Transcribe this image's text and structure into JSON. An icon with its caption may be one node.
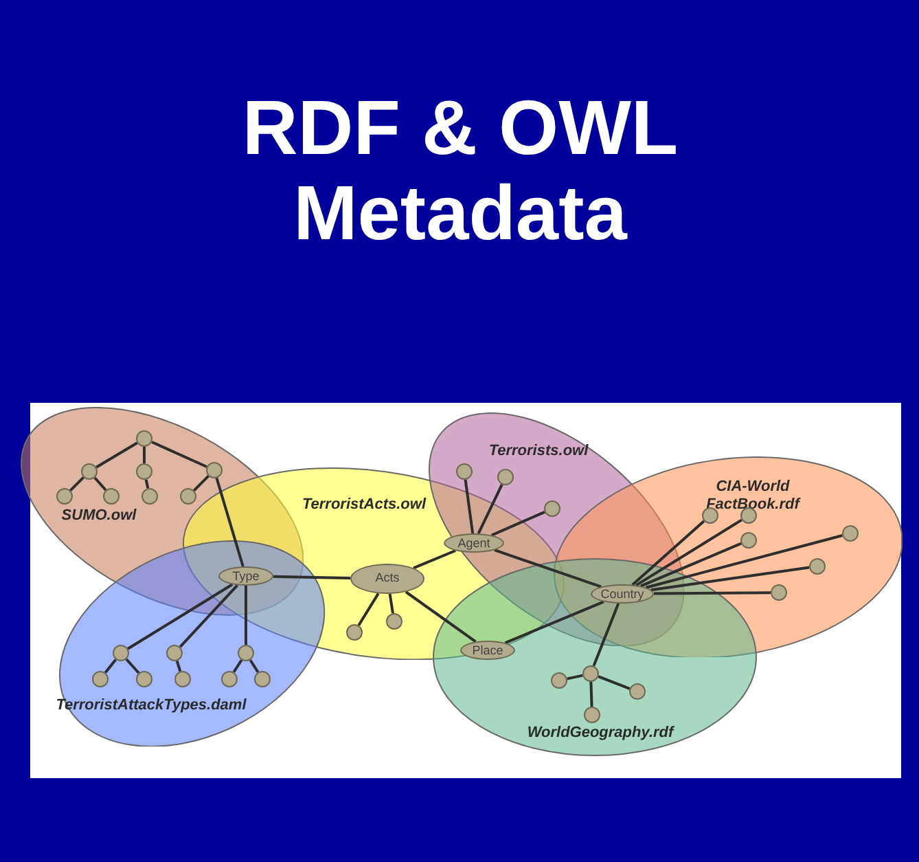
{
  "diagram": {
    "title": "RDF & OWL Metadata",
    "nodes": [
      {
        "text": [
          "SUMO.owl"
        ]
      },
      {
        "text": [],
        "shape": "circle",
        "in": 0
      },
      {
        "text": [],
        "shape": "circle",
        "in": 0
      },
      {
        "text": [],
        "shape": "circle",
        "in": 0
      },
      {
        "text": [],
        "shape": "circle",
        "in": 0
      },
      {
        "text": [],
        "shape": "circle",
        "in": 0
      },
      {
        "text": [],
        "shape": "circle",
        "in": 0
      },
      {
        "text": [],
        "shape": "circle",
        "in": 0
      },
      {
        "text": [],
        "shape": "circle",
        "in": 0
      },
      {
        "text": [
          "TerroristActs.owl"
        ]
      },
      {
        "text": [
          "Terrorists.owl"
        ]
      },
      {
        "text": [
          "CIA-World FactBook.rdf"
        ]
      },
      {
        "text": [
          "Type"
        ]
      },
      {
        "text": [
          "Acts"
        ],
        "in": 9
      },
      {
        "text": [],
        "shape": "circle",
        "in": 9
      },
      {
        "text": [],
        "shape": "circle",
        "in": 9
      },
      {
        "text": [
          "Agent"
        ]
      },
      {
        "text": [],
        "shape": "circle",
        "in": 10
      },
      {
        "text": [],
        "shape": "circle",
        "in": 10
      },
      {
        "text": [],
        "shape": "circle",
        "in": 10
      },
      {
        "text": [
          "Country"
        ]
      },
      {
        "text": [],
        "shape": "circle",
        "in": 11
      },
      {
        "text": [],
        "shape": "circle",
        "in": 11
      },
      {
        "text": [],
        "shape": "circle",
        "in": 11
      },
      {
        "text": [],
        "shape": "circle",
        "in": 11
      },
      {
        "text": [],
        "shape": "circle",
        "in": 11
      },
      {
        "text": [],
        "shape": "circle",
        "in": 11
      },
      {
        "text": [
          "TerroristAttackTypes.daml"
        ]
      },
      {
        "text": [],
        "shape": "circle",
        "in": 27
      },
      {
        "text": [],
        "shape": "circle",
        "in": 27
      },
      {
        "text": [],
        "shape": "circle",
        "in": 27
      },
      {
        "text": [],
        "shape": "circle",
        "in": 27
      },
      {
        "text": [],
        "shape": "circle",
        "in": 27
      },
      {
        "text": [],
        "shape": "circle",
        "in": 27
      },
      {
        "text": [],
        "shape": "circle",
        "in": 27
      },
      {
        "text": [],
        "shape": "circle",
        "in": 27
      },
      {
        "text": [
          "Place"
        ]
      },
      {
        "text": [
          "WorldGeography.rdf"
        ]
      },
      {
        "text": [],
        "shape": "circle",
        "in": 37
      },
      {
        "text": [],
        "shape": "circle",
        "in": 37
      },
      {
        "text": [],
        "shape": "circle",
        "in": 37
      },
      {
        "text": [],
        "shape": "circle",
        "in": 37
      }
    ],
    "edges": [
      {
        "from": 1,
        "to": 2,
        "arrow": "none"
      },
      {
        "from": 1,
        "to": 3,
        "arrow": "none"
      },
      {
        "from": 1,
        "to": 4,
        "arrow": "none"
      },
      {
        "from": 2,
        "to": 5,
        "arrow": "none"
      },
      {
        "from": 2,
        "to": 6,
        "arrow": "none"
      },
      {
        "from": 3,
        "to": 7,
        "arrow": "none"
      },
      {
        "from": 4,
        "to": 8,
        "arrow": "none"
      },
      {
        "from": 4,
        "to": 12,
        "arrow": "none"
      },
      {
        "from": 12,
        "to": 13,
        "arrow": "none"
      },
      {
        "from": 12,
        "to": 28,
        "arrow": "none"
      },
      {
        "from": 12,
        "to": 29,
        "arrow": "none"
      },
      {
        "from": 12,
        "to": 30,
        "arrow": "none"
      },
      {
        "from": 28,
        "to": 31,
        "arrow": "none"
      },
      {
        "from": 28,
        "to": 32,
        "arrow": "none"
      },
      {
        "from": 29,
        "to": 33,
        "arrow": "none"
      },
      {
        "from": 30,
        "to": 34,
        "arrow": "none"
      },
      {
        "from": 30,
        "to": 35,
        "arrow": "none"
      },
      {
        "from": 13,
        "to": 14,
        "arrow": "none"
      },
      {
        "from": 13,
        "to": 15,
        "arrow": "none"
      },
      {
        "from": 13,
        "to": 16,
        "arrow": "none"
      },
      {
        "from": 13,
        "to": 36,
        "arrow": "none"
      },
      {
        "from": 16,
        "to": 17,
        "arrow": "none"
      },
      {
        "from": 16,
        "to": 18,
        "arrow": "none"
      },
      {
        "from": 16,
        "to": 19,
        "arrow": "none"
      },
      {
        "from": 16,
        "to": 20,
        "arrow": "none"
      },
      {
        "from": 20,
        "to": 21,
        "arrow": "none"
      },
      {
        "from": 20,
        "to": 22,
        "arrow": "none"
      },
      {
        "from": 20,
        "to": 23,
        "arrow": "none"
      },
      {
        "from": 20,
        "to": 24,
        "arrow": "none"
      },
      {
        "from": 20,
        "to": 25,
        "arrow": "none"
      },
      {
        "from": 20,
        "to": 26,
        "arrow": "none"
      },
      {
        "from": 20,
        "to": 36,
        "arrow": "none"
      },
      {
        "from": 20,
        "to": 38,
        "arrow": "none"
      },
      {
        "from": 38,
        "to": 39,
        "arrow": "none"
      },
      {
        "from": 38,
        "to": 40,
        "arrow": "none"
      },
      {
        "from": 38,
        "to": 41,
        "arrow": "none"
      }
    ]
  }
}
